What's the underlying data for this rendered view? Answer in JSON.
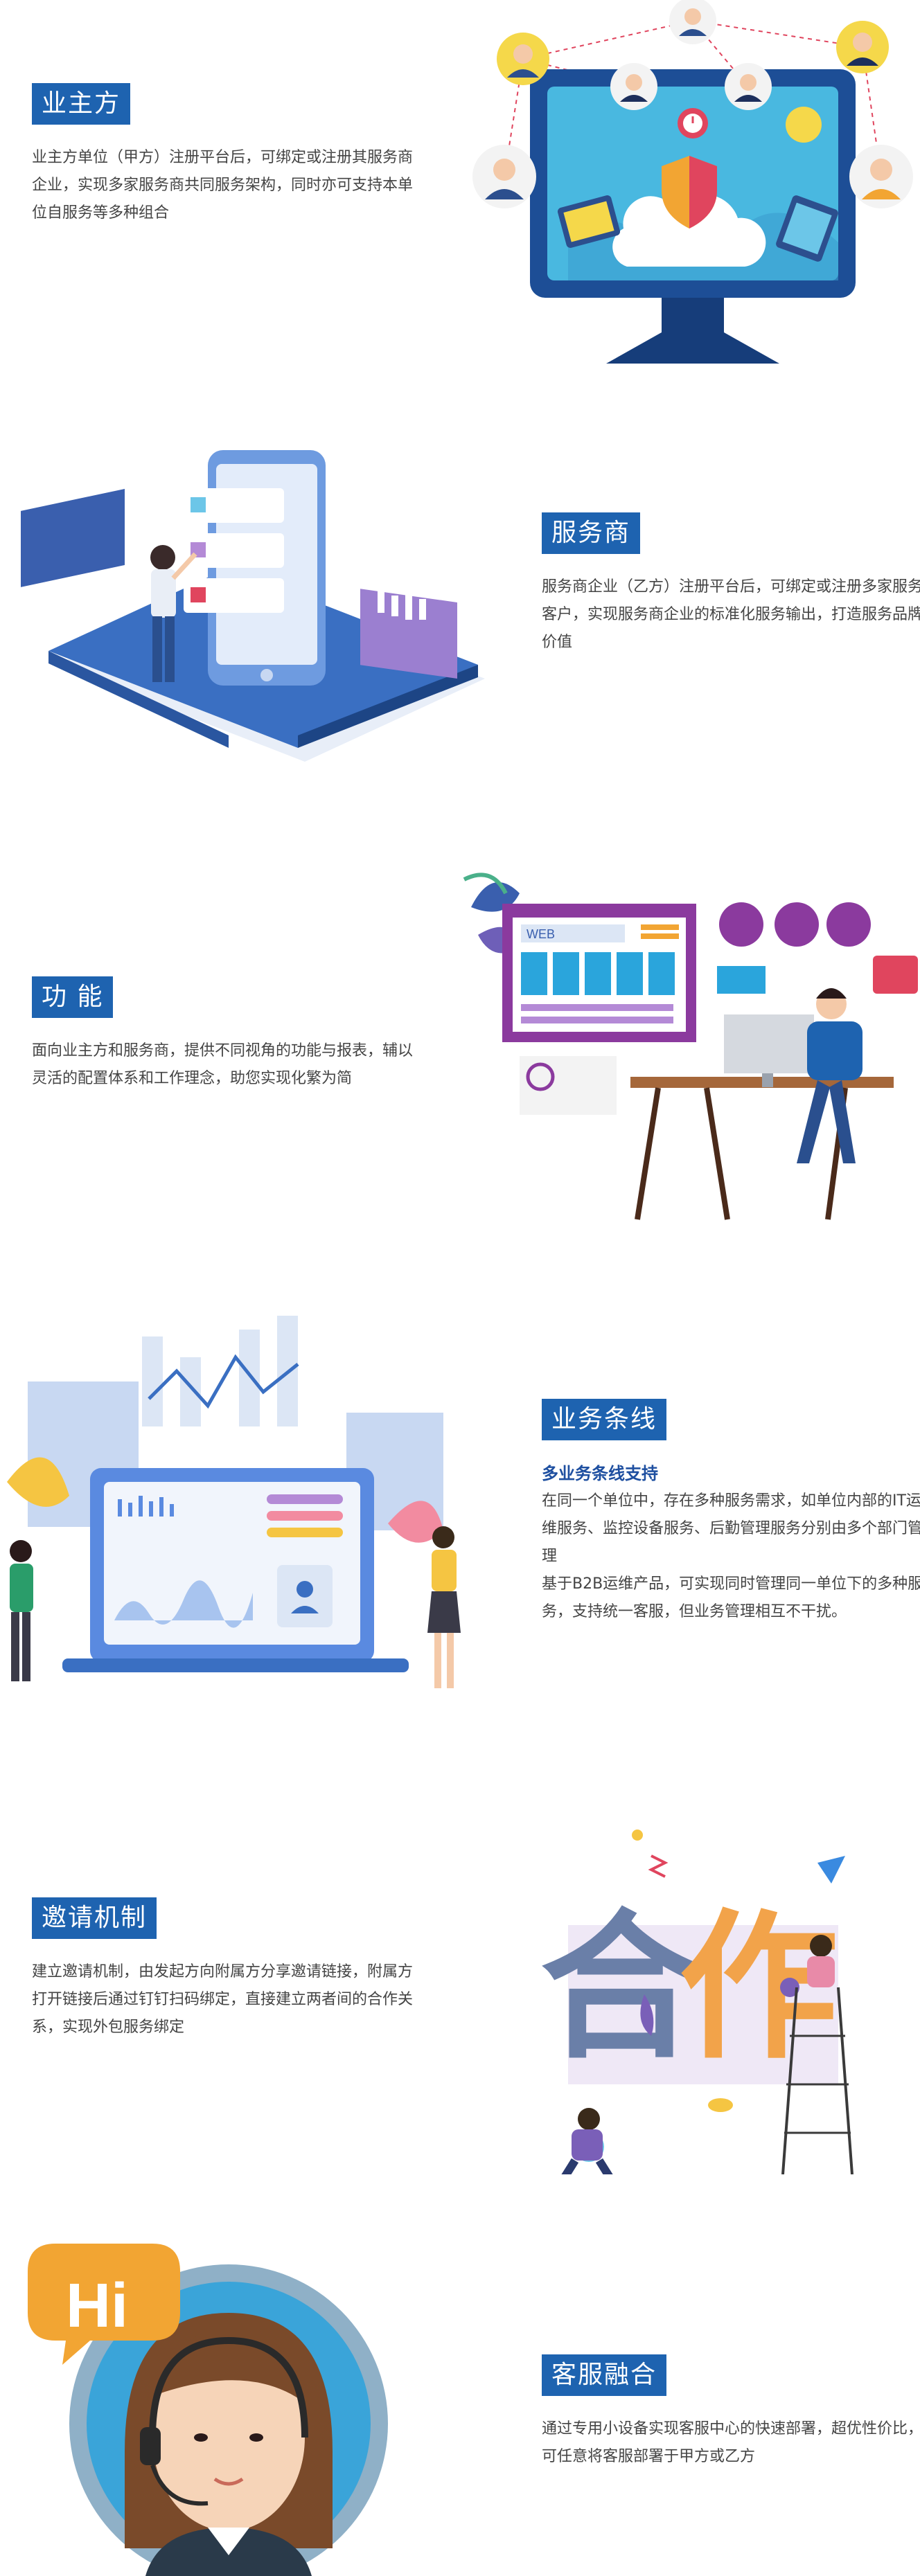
{
  "sections": [
    {
      "title": "业主方",
      "body": "业主方单位（甲方）注册平台后，可绑定或注册其服务商企业，实现多家服务商共同服务架构，同时亦可支持本单位自服务等多种组合",
      "illustration": "monitor-network-illustration"
    },
    {
      "title": "服务商",
      "body": "服务商企业（乙方）注册平台后，可绑定或注册多家服务客户，实现服务商企业的标准化服务输出，打造服务品牌价值",
      "illustration": "phone-platform-illustration"
    },
    {
      "title": "功  能",
      "body": "面向业主方和服务商，提供不同视角的功能与报表，辅以灵活的配置体系和工作理念，助您实现化繁为简",
      "illustration": "desk-workstation-illustration",
      "web_label": "WEB"
    },
    {
      "title": "业务条线",
      "subtitle": "多业务条线支持",
      "body": "在同一个单位中，存在多种服务需求，如单位内部的IT运维服务、监控设备服务、后勤管理服务分别由多个部门管理",
      "body2": "基于B2B运维产品，可实现同时管理同一单位下的多种服务，支持统一客服，但业务管理相互不干扰。",
      "illustration": "dashboard-illustration"
    },
    {
      "title": "邀请机制",
      "body": "建立邀请机制，由发起方向附属方分享邀请链接，附属方打开链接后通过钉钉扫码绑定，直接建立两者间的合作关系，实现外包服务绑定",
      "illustration": "cooperation-illustration",
      "art_text_1": "合",
      "art_text_2": "作"
    },
    {
      "title": "客服融合",
      "body": "通过专用小设备实现客服中心的快速部署，超优性价比，可任意将客服部署于甲方或乙方",
      "illustration": "support-agent-illustration",
      "bubble": "Hi"
    }
  ],
  "colors": {
    "badge": "#1e63b0",
    "accent": "#1e4fa0",
    "text": "#444444"
  }
}
